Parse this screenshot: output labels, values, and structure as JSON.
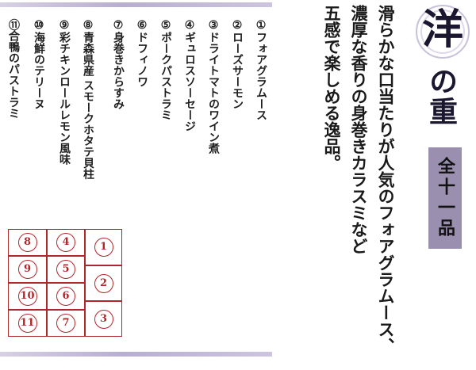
{
  "title": {
    "emblem_char": "洋",
    "rest": "の重",
    "count": "全十一品"
  },
  "description": [
    "滑らかな口当たりが人気のフォアグラムース、",
    "濃厚な香りの身巻きカラスミなど",
    "五感で楽しめる逸品。"
  ],
  "menu": [
    {
      "num": "①",
      "name": "フォアグラムース"
    },
    {
      "num": "②",
      "name": "ローズサーモン"
    },
    {
      "num": "③",
      "name": "ドライトマトのワイン煮"
    },
    {
      "num": "④",
      "name": "ギュロスソーセージ"
    },
    {
      "num": "⑤",
      "name": "ポークパストラミ"
    },
    {
      "num": "⑥",
      "name": "ドフィノワ"
    },
    {
      "num": "⑦",
      "name": "身巻きからすみ"
    },
    {
      "num": "⑧",
      "name": "青森県産 スモークホタテ貝柱"
    },
    {
      "num": "⑨",
      "name": "彩チキンロールレモン風味"
    },
    {
      "num": "⑩",
      "name": "海鮮のテリーヌ"
    },
    {
      "num": "⑪",
      "name": "合鴨のパストラミ"
    }
  ],
  "layout_labels": {
    "c1": "1",
    "c2": "2",
    "c3": "3",
    "c4": "4",
    "c5": "5",
    "c6": "6",
    "c7": "7",
    "c8": "8",
    "c9": "9",
    "c10": "10",
    "c11": "11"
  },
  "colors": {
    "accent_red": "#b0272b",
    "badge_purple": "#9a8fae",
    "band_lavender": "#b8aed0"
  }
}
